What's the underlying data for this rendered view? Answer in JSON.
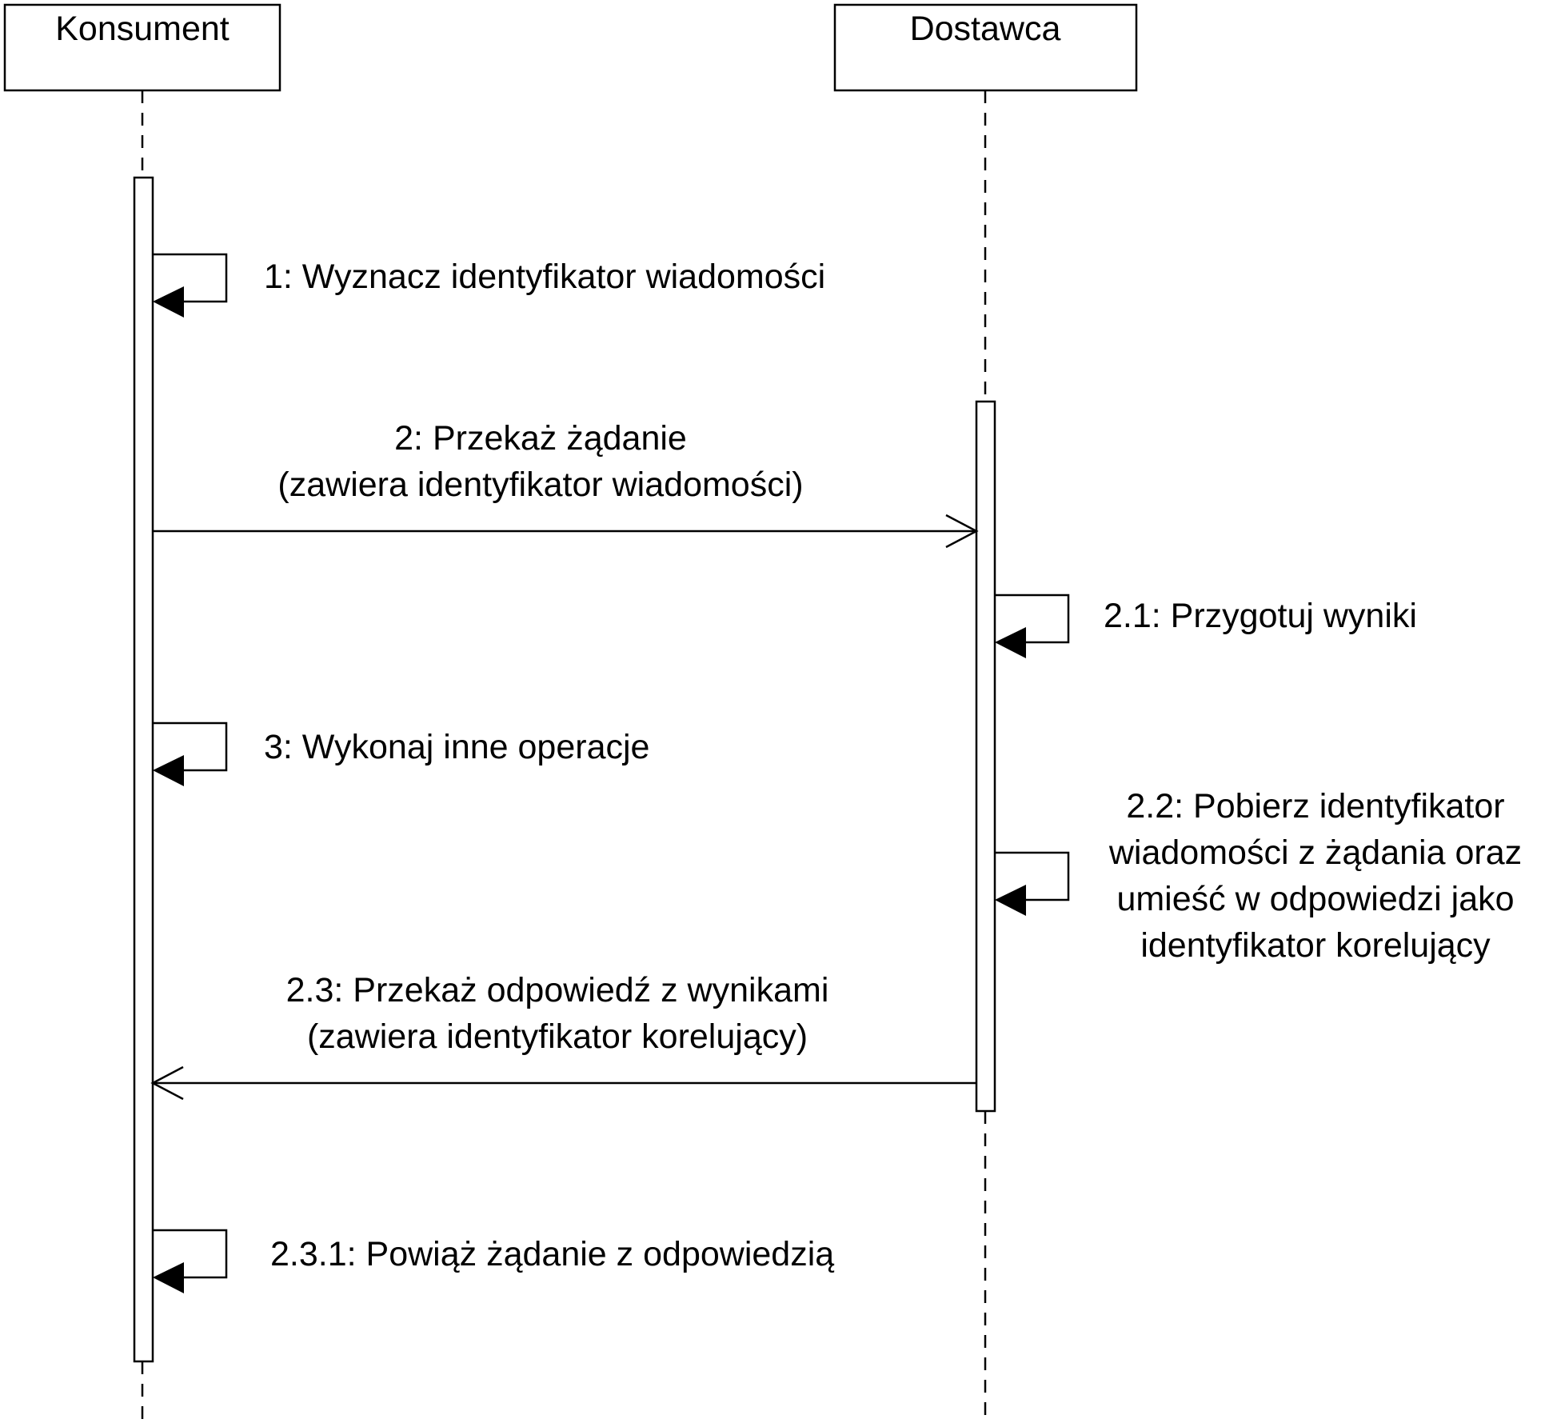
{
  "participants": [
    {
      "name": "Konsument"
    },
    {
      "name": "Dostawca"
    }
  ],
  "messages": [
    {
      "from": "Konsument",
      "to": "Konsument",
      "kind": "self",
      "lines": [
        "1: Wyznacz identyfikator wiadomości"
      ]
    },
    {
      "from": "Konsument",
      "to": "Dostawca",
      "kind": "call",
      "lines": [
        "2: Przekaż żądanie",
        "(zawiera identyfikator wiadomości)"
      ]
    },
    {
      "from": "Dostawca",
      "to": "Dostawca",
      "kind": "self",
      "lines": [
        "2.1: Przygotuj wyniki"
      ]
    },
    {
      "from": "Konsument",
      "to": "Konsument",
      "kind": "self",
      "lines": [
        "3: Wykonaj inne operacje"
      ]
    },
    {
      "from": "Dostawca",
      "to": "Dostawca",
      "kind": "self",
      "lines": [
        "2.2: Pobierz identyfikator",
        "wiadomości z żądania oraz",
        "umieść w odpowiedzi jako",
        "identyfikator korelujący"
      ]
    },
    {
      "from": "Dostawca",
      "to": "Konsument",
      "kind": "return",
      "lines": [
        "2.3: Przekaż odpowiedź z wynikami",
        "(zawiera identyfikator korelujący)"
      ]
    },
    {
      "from": "Konsument",
      "to": "Konsument",
      "kind": "self",
      "lines": [
        "2.3.1: Powiąż żądanie z odpowiedzią"
      ]
    }
  ],
  "colors": {
    "stroke": "#000000",
    "background": "#ffffff"
  }
}
